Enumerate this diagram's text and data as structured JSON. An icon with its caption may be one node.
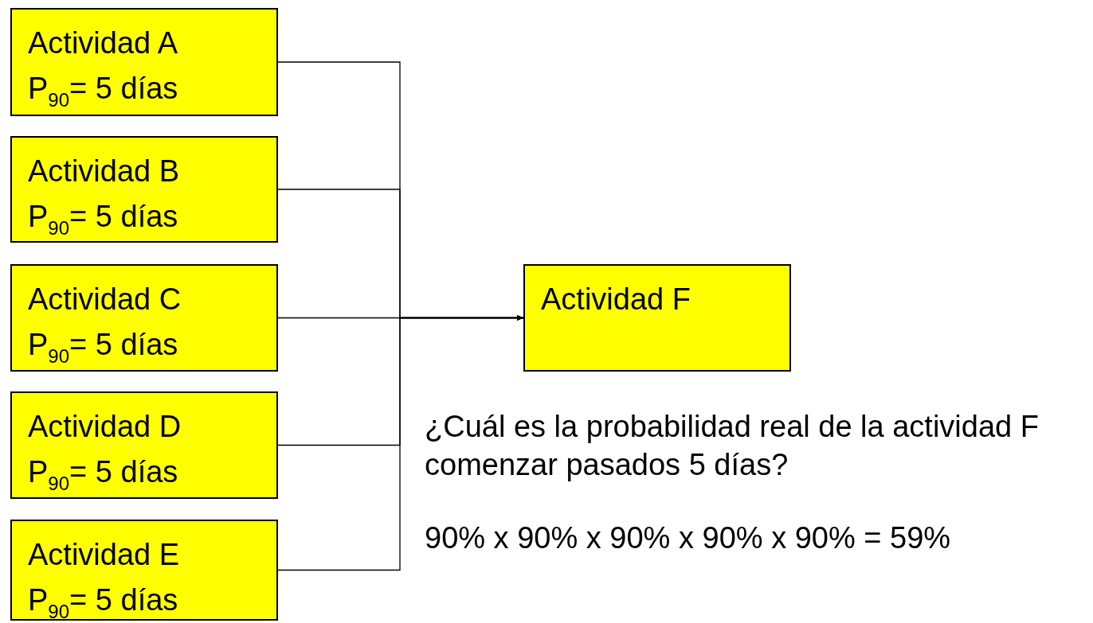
{
  "diagram": {
    "nodes": [
      {
        "text": [
          "Actividad A",
          "P$_{90}$= 5 días"
        ]
      },
      {
        "text": [
          "Actividad B",
          "P$_{90}$= 5 días"
        ]
      },
      {
        "text": [
          "Actividad C",
          "P$_{90}$= 5 días"
        ]
      },
      {
        "text": [
          "Actividad D",
          "P$_{90}$= 5 días"
        ]
      },
      {
        "text": [
          "Actividad E",
          "P$_{90}$= 5 días"
        ]
      },
      {
        "text": [
          "Actividad F"
        ]
      }
    ],
    "edges": [
      {
        "from": 0,
        "to": 5,
        "arrow": "to"
      },
      {
        "from": 1,
        "to": 5,
        "arrow": "to"
      },
      {
        "from": 2,
        "to": 5,
        "arrow": "to"
      },
      {
        "from": 3,
        "to": 5,
        "arrow": "to"
      },
      {
        "from": 4,
        "to": 5,
        "arrow": "to"
      }
    ],
    "labels": [
      "¿Cuál es la probabilidad real de la actividad F comenzar pasados 5 días?",
      "90% x 90% x 90% x 90% x 90% = 59%"
    ]
  }
}
